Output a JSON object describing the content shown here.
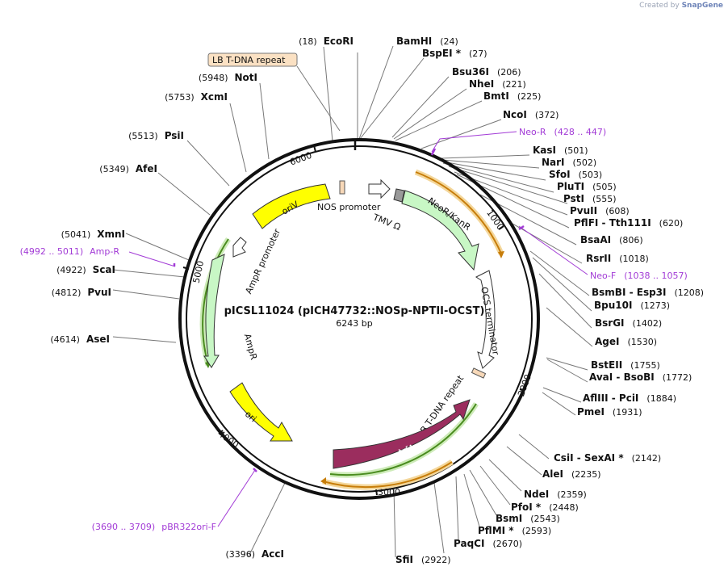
{
  "credit": {
    "prefix": "Created by",
    "brand": "SnapGene"
  },
  "plasmid": {
    "name": "pICSL11024 (pICH47732::NOSp-NPTII-OCST)",
    "size": "6243 bp"
  },
  "ticks": [
    "1000",
    "2000",
    "3000",
    "4000",
    "5000",
    "6000"
  ],
  "features": {
    "oriV": "oriV",
    "nos": "NOS promoter",
    "tmv": "TMV Ω",
    "neor": "NeoR/KanR",
    "ocs": "OCS terminator",
    "rb": "RB T-DNA repeat",
    "trfa": "trfA",
    "ori": "ori",
    "ampr": "AmpR",
    "ampr_prom": "AmpR promoter",
    "lb": "LB T-DNA repeat"
  },
  "sites": [
    {
      "name": "EcoRI",
      "pos": "(18)"
    },
    {
      "name": "BamHI",
      "pos": "(24)"
    },
    {
      "name": "BspEI *",
      "pos": "(27)"
    },
    {
      "name": "Bsu36I",
      "pos": "(206)"
    },
    {
      "name": "NheI",
      "pos": "(221)"
    },
    {
      "name": "BmtI",
      "pos": "(225)"
    },
    {
      "name": "NcoI",
      "pos": "(372)"
    },
    {
      "name": "KasI",
      "pos": "(501)"
    },
    {
      "name": "NarI",
      "pos": "(502)"
    },
    {
      "name": "SfoI",
      "pos": "(503)"
    },
    {
      "name": "PluTI",
      "pos": "(505)"
    },
    {
      "name": "PstI",
      "pos": "(555)"
    },
    {
      "name": "PvuII",
      "pos": "(608)"
    },
    {
      "name": "PflFI - Tth111I",
      "pos": "(620)"
    },
    {
      "name": "BsaAI",
      "pos": "(806)"
    },
    {
      "name": "RsrII",
      "pos": "(1018)"
    },
    {
      "name": "BsmBI - Esp3I",
      "pos": "(1208)"
    },
    {
      "name": "Bpu10I",
      "pos": "(1273)"
    },
    {
      "name": "BsrGI",
      "pos": "(1402)"
    },
    {
      "name": "AgeI",
      "pos": "(1530)"
    },
    {
      "name": "BstEII",
      "pos": "(1755)"
    },
    {
      "name": "AvaI - BsoBI",
      "pos": "(1772)"
    },
    {
      "name": "AflIII - PciI",
      "pos": "(1884)"
    },
    {
      "name": "PmeI",
      "pos": "(1931)"
    },
    {
      "name": "CsiI - SexAI *",
      "pos": "(2142)"
    },
    {
      "name": "AleI",
      "pos": "(2235)"
    },
    {
      "name": "NdeI",
      "pos": "(2359)"
    },
    {
      "name": "PfoI *",
      "pos": "(2448)"
    },
    {
      "name": "BsmI",
      "pos": "(2543)"
    },
    {
      "name": "PflMI *",
      "pos": "(2593)"
    },
    {
      "name": "PaqCI",
      "pos": "(2670)"
    },
    {
      "name": "SfiI",
      "pos": "(2922)"
    },
    {
      "name": "AccI",
      "pos": "(3396)"
    },
    {
      "name": "AseI",
      "pos": "(4614)"
    },
    {
      "name": "PvuI",
      "pos": "(4812)"
    },
    {
      "name": "ScaI",
      "pos": "(4922)"
    },
    {
      "name": "XmnI",
      "pos": "(5041)"
    },
    {
      "name": "AfeI",
      "pos": "(5349)"
    },
    {
      "name": "PsiI",
      "pos": "(5513)"
    },
    {
      "name": "XcmI",
      "pos": "(5753)"
    },
    {
      "name": "NotI",
      "pos": "(5948)"
    }
  ],
  "primers": [
    {
      "name": "Neo-R",
      "range": "(428 .. 447)"
    },
    {
      "name": "Neo-F",
      "range": "(1038 .. 1057)"
    },
    {
      "name": "Amp-R",
      "range": "(4992 .. 5011)"
    },
    {
      "name": "pBR322ori-F",
      "range": "(3690 .. 3709)"
    }
  ],
  "colors": {
    "ori": "#ffff00",
    "neor": "#c8f7c5",
    "trfa": "#9b2d5e",
    "gray": "#ffffff",
    "primer": "#a23bd6",
    "orf_orange": "#e8a11a",
    "orf_green": "#5ba534"
  }
}
